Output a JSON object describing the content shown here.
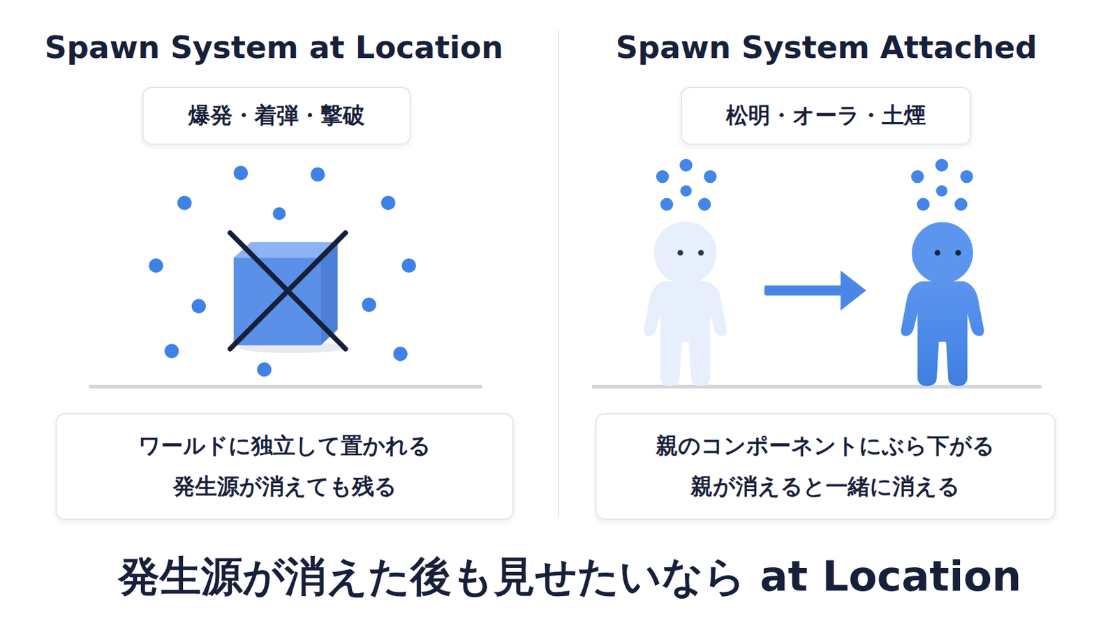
{
  "diagram": {
    "caption": "発生源が消えた後も見せたいなら at Location",
    "nodes": [
      {
        "text": [
          "爆発・着弾・撃破"
        ]
      },
      {
        "text": [
          "松明・オーラ・土煙"
        ]
      },
      {
        "text": [
          "ワールドに独立して置かれる",
          "発生源が消えても残る"
        ]
      },
      {
        "text": [
          "親のコンポーネントにぶら下がる",
          "親が消えると一緒に消える"
        ]
      }
    ],
    "labels": [
      "Spawn System at Location",
      "Spawn System Attached"
    ]
  }
}
